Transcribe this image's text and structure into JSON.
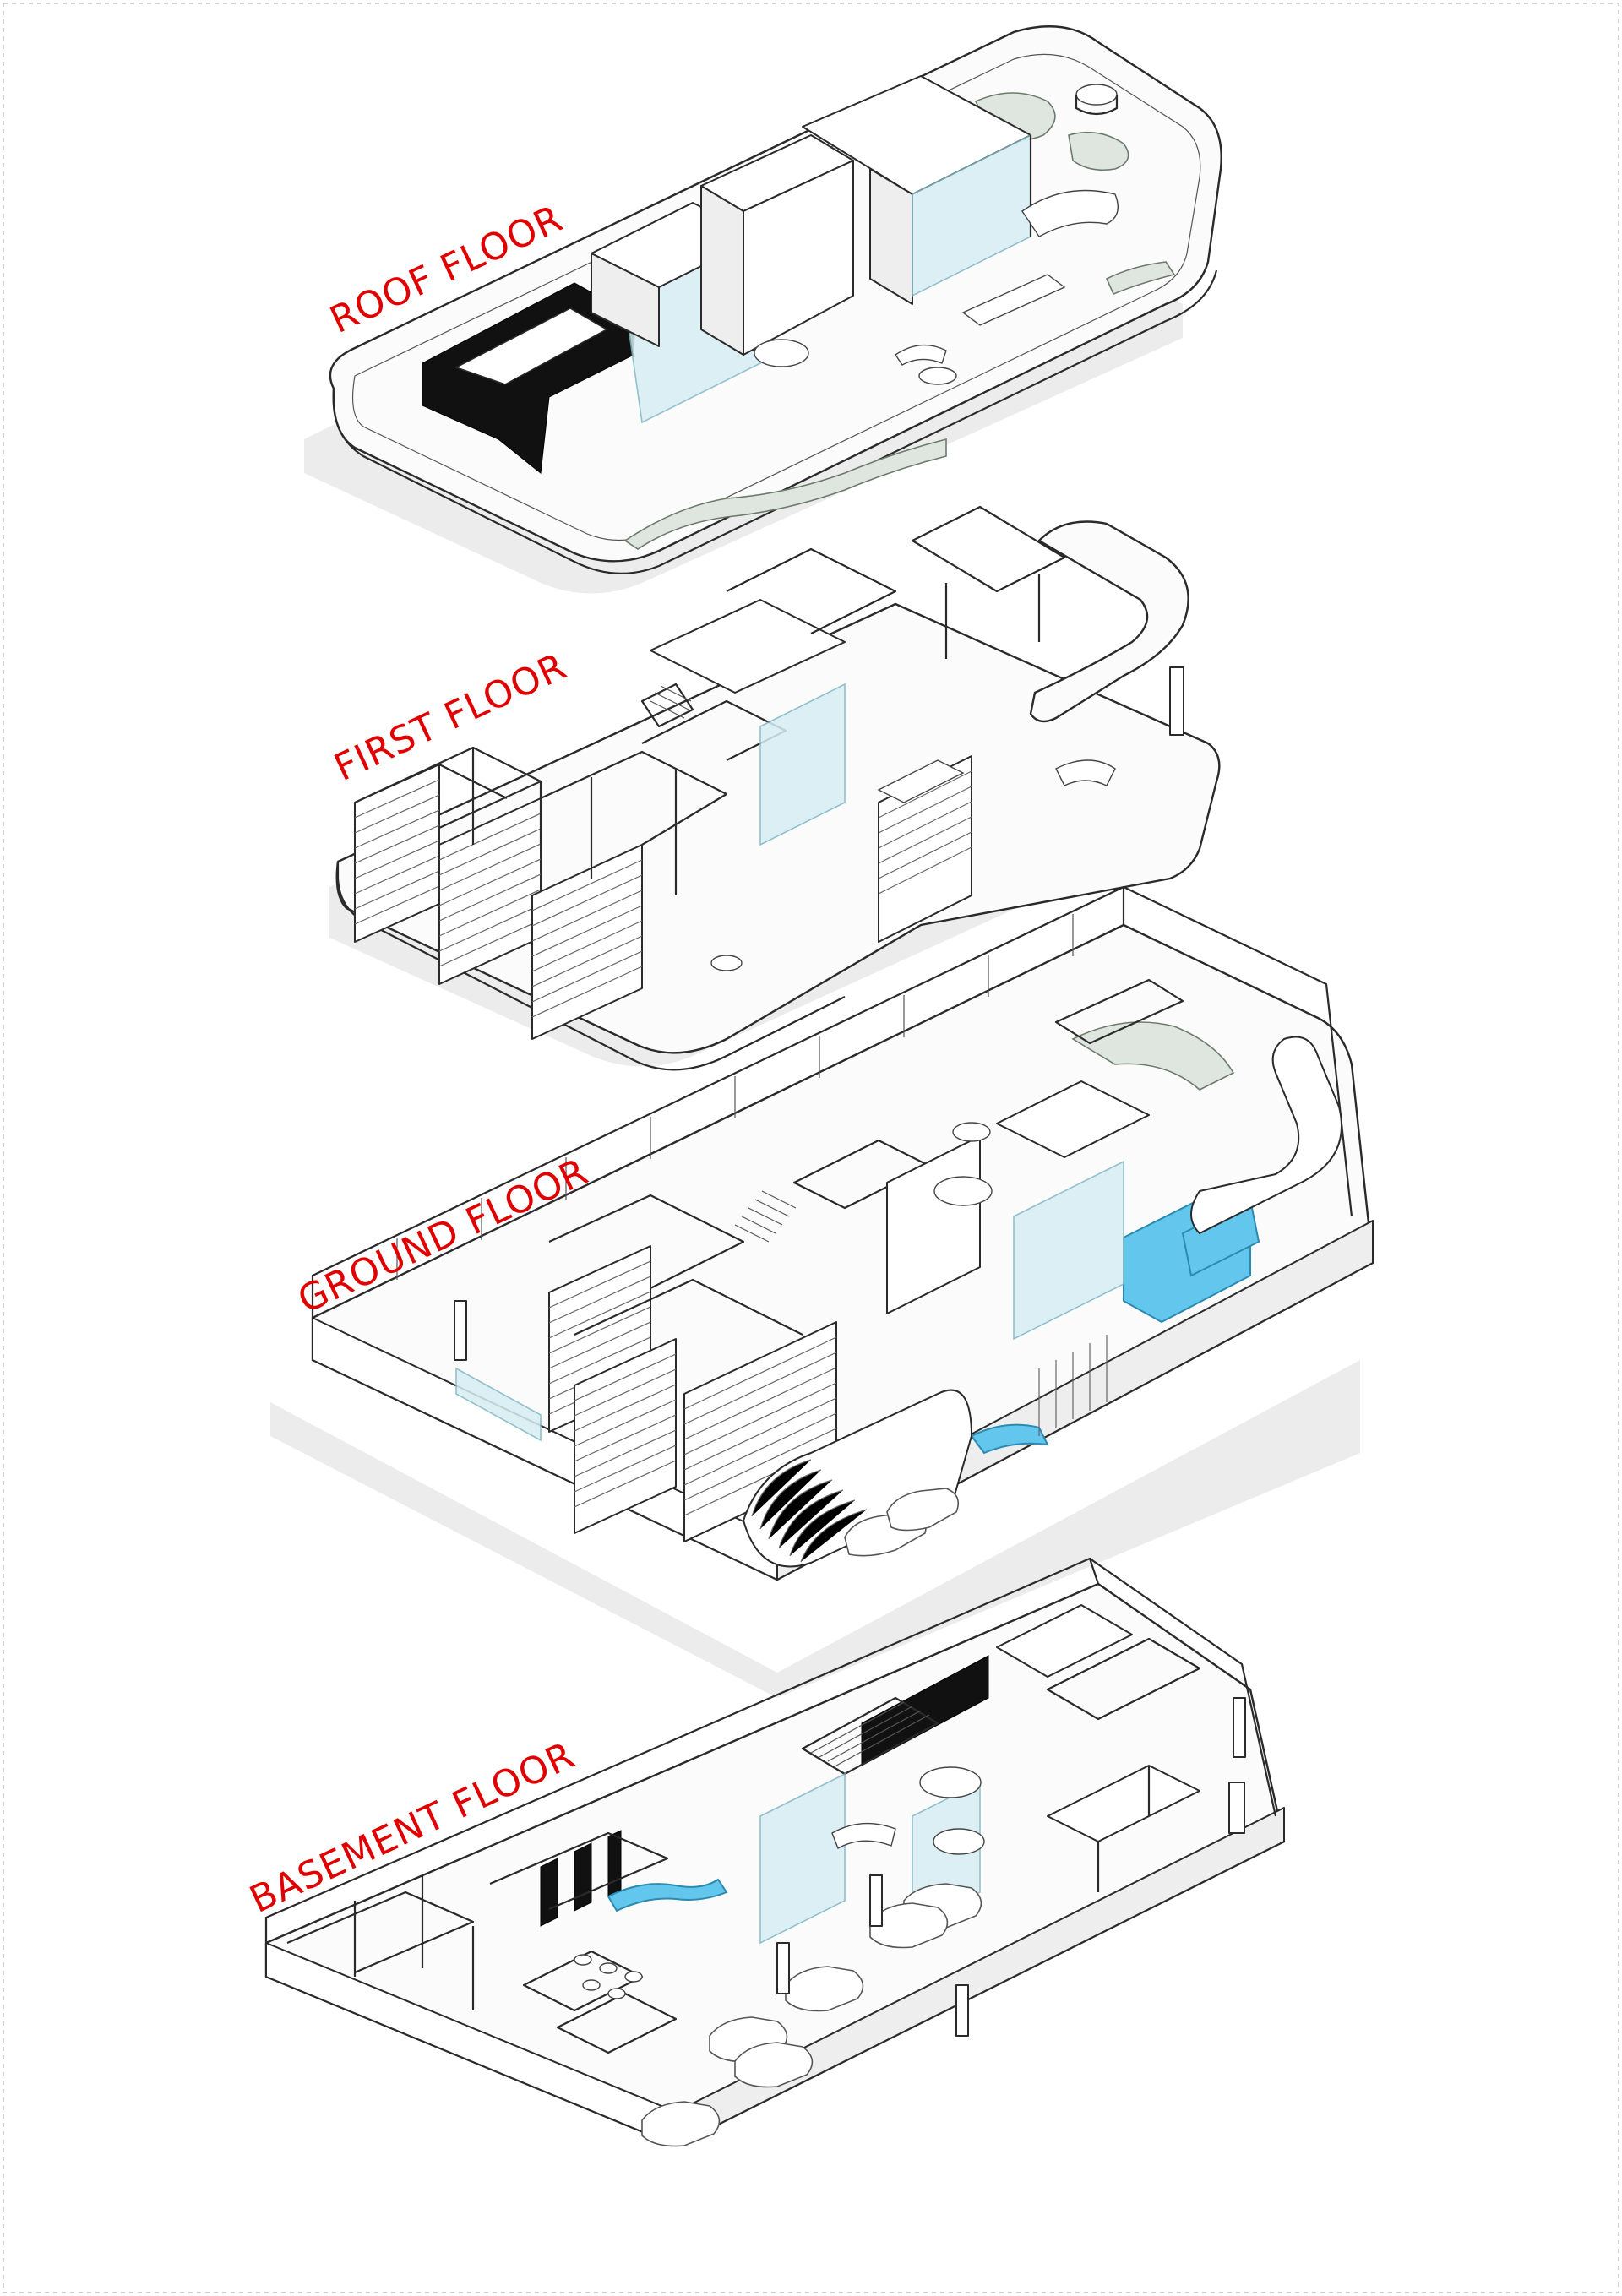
{
  "floors": [
    {
      "id": "roof",
      "label": "ROOF FLOOR"
    },
    {
      "id": "first",
      "label": "FIRST FLOOR"
    },
    {
      "id": "ground",
      "label": "GROUND FLOOR"
    },
    {
      "id": "basement",
      "label": "BASEMENT FLOOR"
    }
  ],
  "colors": {
    "label": "#e00000",
    "line": "#2a2a2a",
    "glass": "#d6eef3",
    "water": "#63c6ec",
    "planting": "#dfe6df",
    "page_border": "#cfcfcf"
  }
}
